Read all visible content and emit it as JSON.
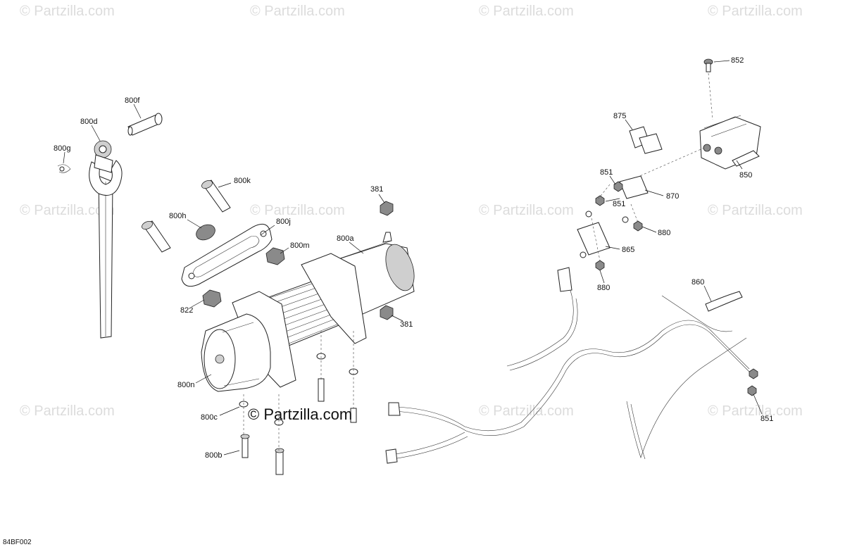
{
  "watermark": {
    "text": "© Partzilla.com"
  },
  "center_watermark": {
    "text": "© Partzilla.com"
  },
  "diagram_code": "84BF002",
  "labels": {
    "p800f": "800f",
    "p800d": "800d",
    "p800g": "800g",
    "p800k": "800k",
    "p800h": "800h",
    "p800j": "800j",
    "p800m": "800m",
    "p822": "822",
    "p800a": "800a",
    "p381a": "381",
    "p381b": "381",
    "p800n": "800n",
    "p800c": "800c",
    "p800b": "800b",
    "p852": "852",
    "p875": "875",
    "p850": "850",
    "p851a": "851",
    "p851b": "851",
    "p851c": "851",
    "p870": "870",
    "p880a": "880",
    "p880b": "880",
    "p865": "865",
    "p860": "860"
  }
}
